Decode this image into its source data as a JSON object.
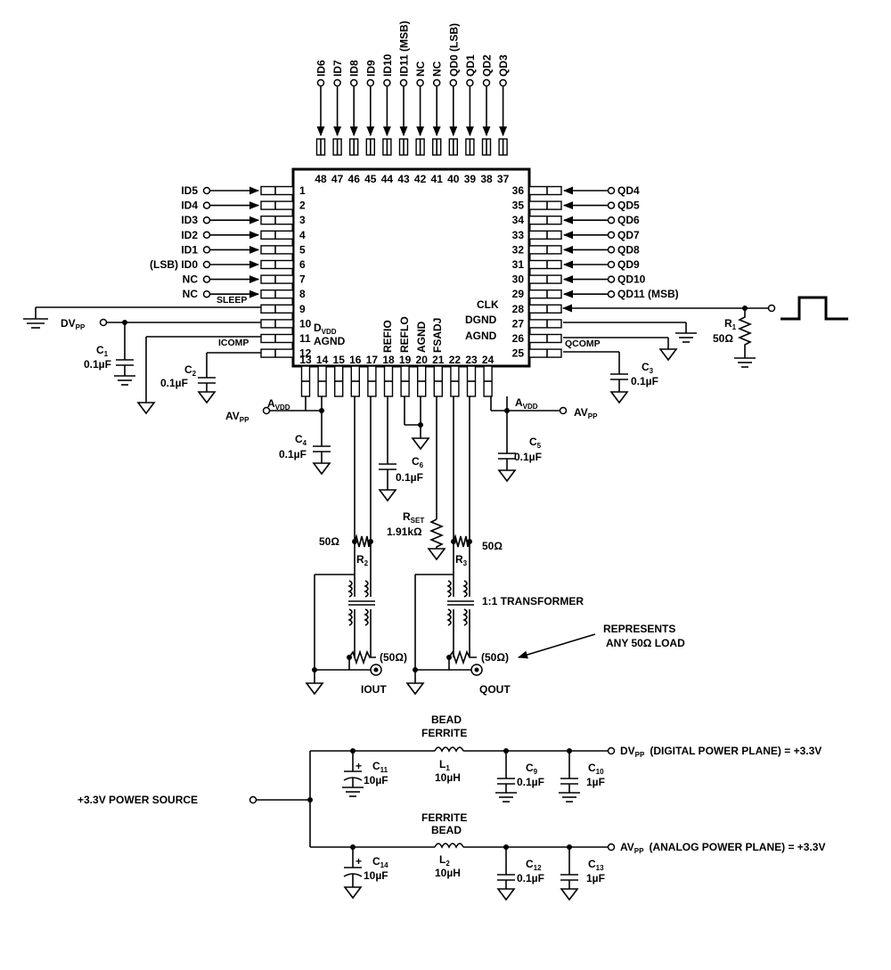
{
  "chip": {
    "pins_top": [
      {
        "num": "48",
        "label": "ID6"
      },
      {
        "num": "47",
        "label": "ID7"
      },
      {
        "num": "46",
        "label": "ID8"
      },
      {
        "num": "45",
        "label": "ID9"
      },
      {
        "num": "44",
        "label": "ID10"
      },
      {
        "num": "43",
        "label": "ID11 (MSB)"
      },
      {
        "num": "42",
        "label": "NC"
      },
      {
        "num": "41",
        "label": "NC"
      },
      {
        "num": "40",
        "label": "QD0 (LSB)"
      },
      {
        "num": "39",
        "label": "QD1"
      },
      {
        "num": "38",
        "label": "QD2"
      },
      {
        "num": "37",
        "label": "QD3"
      }
    ],
    "pins_left": [
      {
        "num": "1",
        "label": "ID5"
      },
      {
        "num": "2",
        "label": "ID4"
      },
      {
        "num": "3",
        "label": "ID3"
      },
      {
        "num": "4",
        "label": "ID2"
      },
      {
        "num": "5",
        "label": "ID1"
      },
      {
        "num": "6",
        "label": "(LSB) ID0"
      },
      {
        "num": "7",
        "label": "NC"
      },
      {
        "num": "8",
        "label": "NC"
      },
      {
        "num": "9",
        "label": ""
      },
      {
        "num": "10",
        "label": ""
      },
      {
        "num": "11",
        "label": ""
      },
      {
        "num": "12",
        "label": ""
      }
    ],
    "pins_right": [
      {
        "num": "36",
        "label": "QD4"
      },
      {
        "num": "35",
        "label": "QD5"
      },
      {
        "num": "34",
        "label": "QD6"
      },
      {
        "num": "33",
        "label": "QD7"
      },
      {
        "num": "32",
        "label": "QD8"
      },
      {
        "num": "31",
        "label": "QD9"
      },
      {
        "num": "30",
        "label": "QD10"
      },
      {
        "num": "29",
        "label": "QD11 (MSB)"
      },
      {
        "num": "28",
        "label": ""
      },
      {
        "num": "27",
        "label": ""
      },
      {
        "num": "26",
        "label": ""
      },
      {
        "num": "25",
        "label": ""
      }
    ],
    "pins_bottom": [
      "13",
      "14",
      "15",
      "16",
      "17",
      "18",
      "19",
      "20",
      "21",
      "22",
      "23",
      "24"
    ],
    "internal_labels": {
      "sleep": "SLEEP",
      "dvdd": "D",
      "dvdd_sub": "VDD",
      "agnd_left": "AGND",
      "icomp": "ICOMP",
      "clk": "CLK",
      "dgnd": "DGND",
      "agnd_right": "AGND",
      "qcomp": "QCOMP",
      "refio": "REFIO",
      "reflo": "REFLO",
      "agnd_bottom": "AGND",
      "fsadj": "FSADJ"
    }
  },
  "components": {
    "dvpp_label": "DV",
    "dvpp_sub": "PP",
    "c1": {
      "name": "C",
      "sub": "1",
      "value": "0.1µF"
    },
    "c2": {
      "name": "C",
      "sub": "2",
      "value": "0.1µF"
    },
    "c3": {
      "name": "C",
      "sub": "3",
      "value": "0.1µF"
    },
    "c4": {
      "name": "C",
      "sub": "4",
      "value": "0.1µF"
    },
    "c5": {
      "name": "C",
      "sub": "5",
      "value": "0.1µF"
    },
    "c6": {
      "name": "C",
      "sub": "6",
      "value": "0.1µF"
    },
    "r1": {
      "name": "R",
      "sub": "1",
      "value": "50Ω"
    },
    "avdd_left": {
      "name": "A",
      "sub": "VDD"
    },
    "avdd_right": {
      "name": "A",
      "sub": "VDD"
    },
    "avpp_left": {
      "name": "AV",
      "sub": "PP"
    },
    "avpp_right": {
      "name": "AV",
      "sub": "PP"
    },
    "rset": {
      "name": "R",
      "sub": "SET",
      "value": "1.91kΩ"
    },
    "r2": {
      "name": "R",
      "sub": "2",
      "value": "50Ω"
    },
    "r3": {
      "name": "R",
      "sub": "3",
      "value": "50Ω"
    },
    "transformer_label": "1:1 TRANSFORMER",
    "load_left": "(50Ω)",
    "load_right": "(50Ω)",
    "iout": "IOUT",
    "qout": "QOUT",
    "represents_line1": "REPRESENTS",
    "represents_line2": "ANY 50Ω LOAD"
  },
  "power": {
    "source": "+3.3V POWER SOURCE",
    "top_bead_line1": "BEAD",
    "top_bead_line2": "FERRITE",
    "bottom_bead_line1": "FERRITE",
    "bottom_bead_line2": "BEAD",
    "l1": {
      "name": "L",
      "sub": "1",
      "value": "10µH"
    },
    "l2": {
      "name": "L",
      "sub": "2",
      "value": "10µH"
    },
    "c11": {
      "name": "C",
      "sub": "11",
      "value": "10µF"
    },
    "c9": {
      "name": "C",
      "sub": "9",
      "value": "0.1µF"
    },
    "c10": {
      "name": "C",
      "sub": "10",
      "value": "1µF"
    },
    "c14": {
      "name": "C",
      "sub": "14",
      "value": "10µF"
    },
    "c12": {
      "name": "C",
      "sub": "12",
      "value": "0.1µF"
    },
    "c13": {
      "name": "C",
      "sub": "13",
      "value": "1µF"
    },
    "plus": "+",
    "dvpp_out": {
      "name": "DV",
      "sub": "PP",
      "desc": "(DIGITAL POWER PLANE) = +3.3V"
    },
    "avpp_out": {
      "name": "AV",
      "sub": "PP",
      "desc": "(ANALOG POWER PLANE) = +3.3V"
    }
  }
}
